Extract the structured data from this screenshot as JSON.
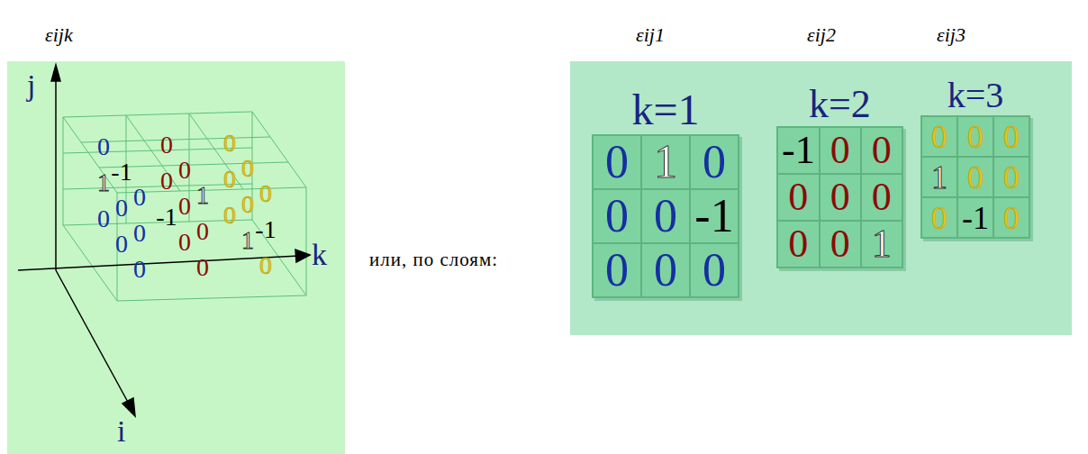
{
  "diagram": {
    "nodes": [
      {
        "text": [
          "k=1"
        ]
      },
      {
        "text": [
          "0"
        ],
        "in": 0
      },
      {
        "text": [
          "1"
        ],
        "in": 0
      },
      {
        "text": [
          "0"
        ],
        "in": 0
      },
      {
        "text": [
          "0"
        ],
        "in": 0
      },
      {
        "text": [
          "0"
        ],
        "in": 0
      },
      {
        "text": [
          "-1"
        ],
        "in": 0
      },
      {
        "text": [
          "0"
        ],
        "in": 0
      },
      {
        "text": [
          "0"
        ],
        "in": 0
      },
      {
        "text": [
          "0"
        ],
        "in": 0
      },
      {
        "text": [
          "k=2"
        ]
      },
      {
        "text": [
          "-1"
        ],
        "in": 10
      },
      {
        "text": [
          "0"
        ],
        "in": 10
      },
      {
        "text": [
          "0"
        ],
        "in": 10
      },
      {
        "text": [
          "0"
        ],
        "in": 10
      },
      {
        "text": [
          "0"
        ],
        "in": 10
      },
      {
        "text": [
          "0"
        ],
        "in": 10
      },
      {
        "text": [
          "0"
        ],
        "in": 10
      },
      {
        "text": [
          "0"
        ],
        "in": 10
      },
      {
        "text": [
          "1"
        ],
        "in": 10
      },
      {
        "text": [
          "k=3"
        ]
      },
      {
        "text": [
          "0"
        ],
        "in": 20
      },
      {
        "text": [
          "0"
        ],
        "in": 20
      },
      {
        "text": [
          "0"
        ],
        "in": 20
      },
      {
        "text": [
          "1"
        ],
        "in": 20
      },
      {
        "text": [
          "0"
        ],
        "in": 20
      },
      {
        "text": [
          "0"
        ],
        "in": 20
      },
      {
        "text": [
          "0"
        ],
        "in": 20
      },
      {
        "text": [
          "-1"
        ],
        "in": 20
      },
      {
        "text": [
          "0"
        ],
        "in": 20
      }
    ],
    "labels": [
      "εijk",
      "εij1",
      "εij2",
      "εij3",
      "или, по слоям:",
      "j",
      "i",
      "k",
      "0",
      "1",
      "0",
      "0",
      "0",
      "-1",
      "0",
      "0",
      "0",
      "-1",
      "0",
      "0",
      "0",
      "0",
      "0",
      "0",
      "0",
      "1",
      "0",
      "0",
      "0",
      "1",
      "0",
      "0",
      "0",
      "-1",
      "0"
    ]
  }
}
